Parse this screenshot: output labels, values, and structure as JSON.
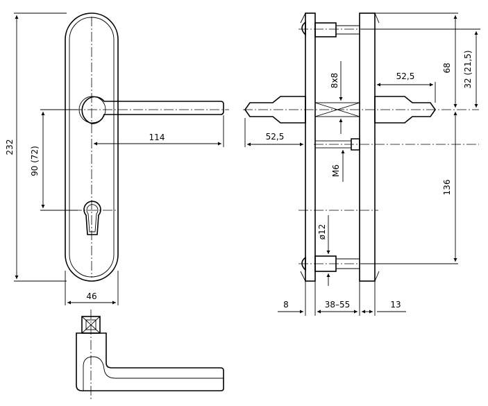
{
  "dimensions": {
    "overall_height": "232",
    "center_distance": "90 (72)",
    "lever_length": "114",
    "plate_width": "46",
    "spindle_projection_left": "52,5",
    "spindle_projection_right": "52,5",
    "square_spindle": "8x8",
    "screw_thread": "M6",
    "bolt_diameter": "ø12",
    "top_to_spindle": "68",
    "spindle_to_top_screw": "32 (21,5)",
    "spindle_to_bottom_screw": "136",
    "outer_plate_thickness": "8",
    "door_thickness_range": "38–55",
    "inner_plate_thickness": "13"
  }
}
